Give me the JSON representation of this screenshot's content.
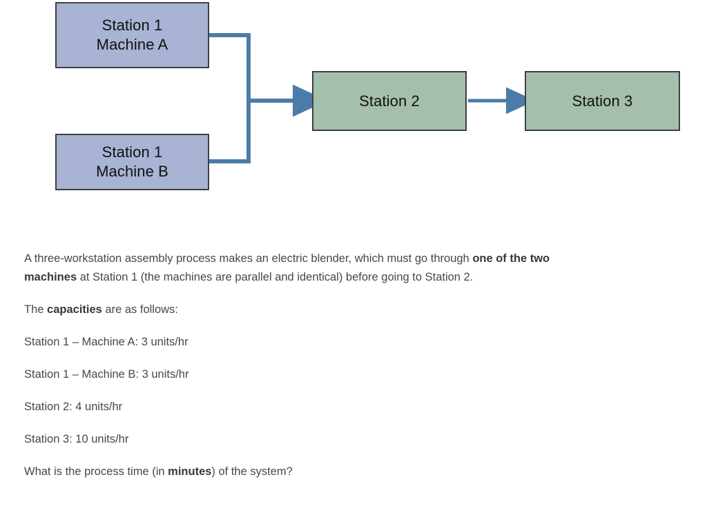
{
  "diagram": {
    "type": "process-flow",
    "colors": {
      "station1_fill": "#a9b3d3",
      "station23_fill": "#a4bfac",
      "node_border": "#3f3f3f",
      "connector": "#4b7ca8"
    },
    "nodes": [
      {
        "id": "machine-a",
        "label": "Station 1\nMachine A",
        "fill": "station1"
      },
      {
        "id": "machine-b",
        "label": "Station 1\nMachine B",
        "fill": "station1"
      },
      {
        "id": "station-2",
        "label": "Station 2",
        "fill": "station23"
      },
      {
        "id": "station-3",
        "label": "Station 3",
        "fill": "station23"
      }
    ],
    "edges": [
      {
        "from": "machine-a",
        "to": "station-2",
        "style": "elbow-merge"
      },
      {
        "from": "machine-b",
        "to": "station-2",
        "style": "elbow-merge"
      },
      {
        "from": "station-2",
        "to": "station-3",
        "style": "straight-arrow"
      }
    ]
  },
  "prose": {
    "intro_1": "A three-workstation assembly process makes an electric blender, which must go through ",
    "intro_bold": "one of the two machines",
    "intro_2": " at Station 1 (the machines are parallel and identical) before going to Station 2.",
    "capacities_1": "The ",
    "capacities_bold": "capacities",
    "capacities_2": " are as follows:",
    "capacity_lines": [
      "Station 1 – Machine A: 3 units/hr",
      "Station 1 – Machine B: 3 units/hr",
      "Station 2: 4 units/hr",
      "Station 3: 10 units/hr"
    ],
    "question_1": "What is the process time (in ",
    "question_bold": "minutes",
    "question_2": ") of the system?"
  }
}
